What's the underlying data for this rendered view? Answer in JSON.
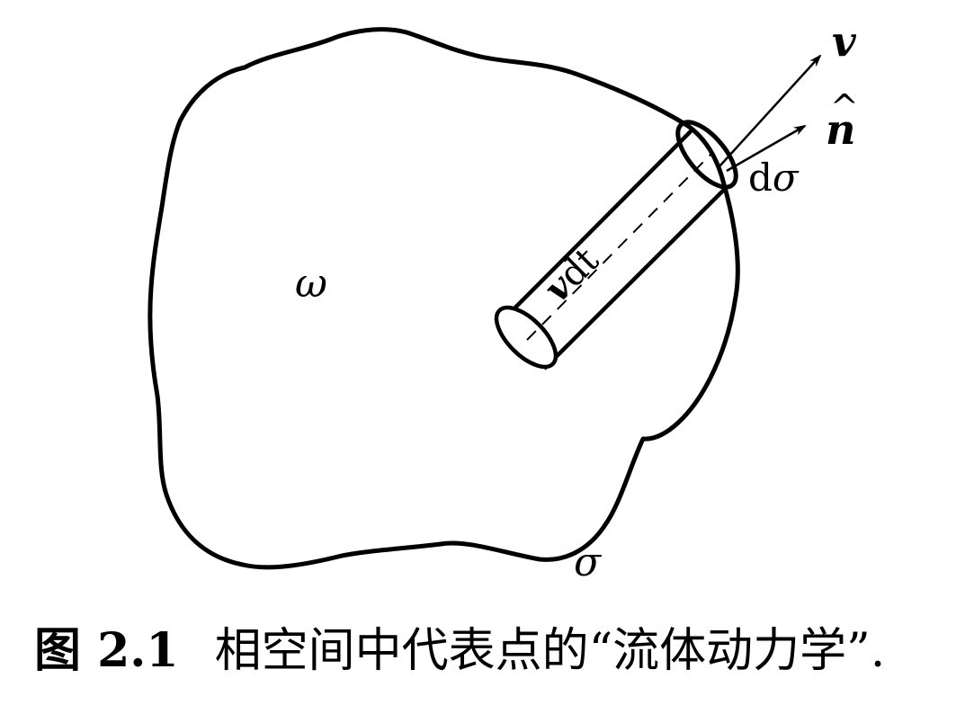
{
  "figure": {
    "labels": {
      "region": "ω",
      "boundary": "σ",
      "velocity": "v",
      "normal": "n",
      "normal_hat": "^",
      "area_element_d": "d",
      "area_element_sigma": "σ",
      "tube_v": "v",
      "tube_dt": "dt"
    },
    "caption": {
      "number": "图 2.1",
      "text": "相空间中代表点的“流体动力学”."
    }
  }
}
